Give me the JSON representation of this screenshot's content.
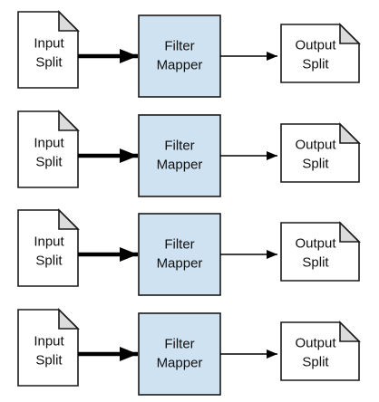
{
  "rows": [
    {
      "input": [
        "Input",
        "Split"
      ],
      "mapper": [
        "Filter",
        "Mapper"
      ],
      "output": [
        "Output",
        "Split"
      ]
    },
    {
      "input": [
        "Input",
        "Split"
      ],
      "mapper": [
        "Filter",
        "Mapper"
      ],
      "output": [
        "Output",
        "Split"
      ]
    },
    {
      "input": [
        "Input",
        "Split"
      ],
      "mapper": [
        "Filter",
        "Mapper"
      ],
      "output": [
        "Output",
        "Split"
      ]
    },
    {
      "input": [
        "Input",
        "Split"
      ],
      "mapper": [
        "Filter",
        "Mapper"
      ],
      "output": [
        "Output",
        "Split"
      ]
    }
  ],
  "colors": {
    "mapper_fill": "#cfe2f1",
    "fold_fill": "#dcdcdc",
    "stroke": "#1a1a1a"
  }
}
